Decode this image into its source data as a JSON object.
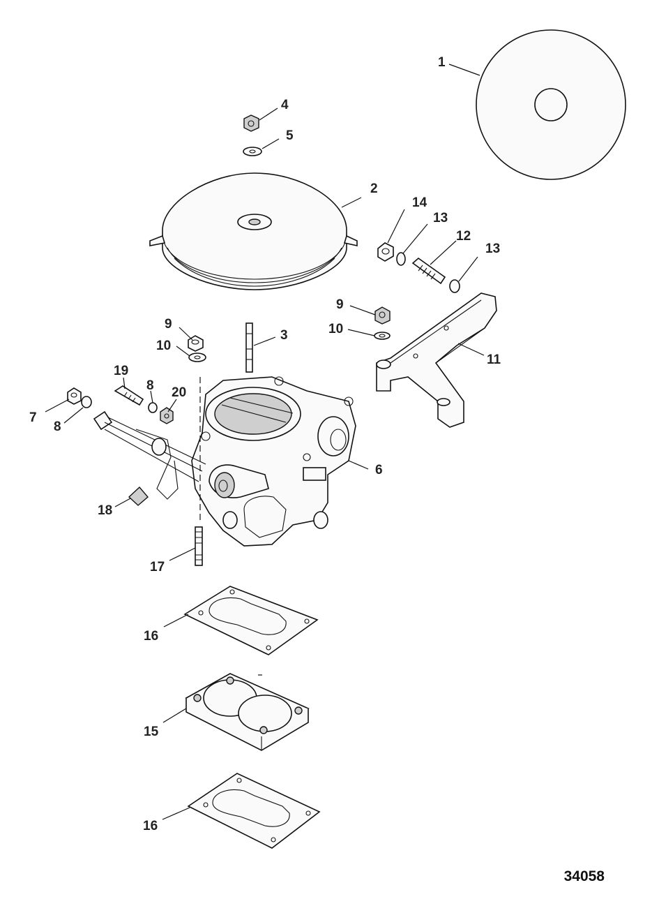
{
  "figure_number": "34058",
  "callouts": [
    {
      "key": "c1",
      "label": "1"
    },
    {
      "key": "c2",
      "label": "2"
    },
    {
      "key": "c3",
      "label": "3"
    },
    {
      "key": "c4",
      "label": "4"
    },
    {
      "key": "c5",
      "label": "5"
    },
    {
      "key": "c6",
      "label": "6"
    },
    {
      "key": "c7",
      "label": "7"
    },
    {
      "key": "c8a",
      "label": "8"
    },
    {
      "key": "c8b",
      "label": "8"
    },
    {
      "key": "c9a",
      "label": "9"
    },
    {
      "key": "c9b",
      "label": "9"
    },
    {
      "key": "c10a",
      "label": "10"
    },
    {
      "key": "c10b",
      "label": "10"
    },
    {
      "key": "c11",
      "label": "11"
    },
    {
      "key": "c12",
      "label": "12"
    },
    {
      "key": "c13a",
      "label": "13"
    },
    {
      "key": "c13b",
      "label": "13"
    },
    {
      "key": "c14",
      "label": "14"
    },
    {
      "key": "c15",
      "label": "15"
    },
    {
      "key": "c16a",
      "label": "16"
    },
    {
      "key": "c16b",
      "label": "16"
    },
    {
      "key": "c17",
      "label": "17"
    },
    {
      "key": "c18",
      "label": "18"
    },
    {
      "key": "c19",
      "label": "19"
    },
    {
      "key": "c20",
      "label": "20"
    }
  ]
}
